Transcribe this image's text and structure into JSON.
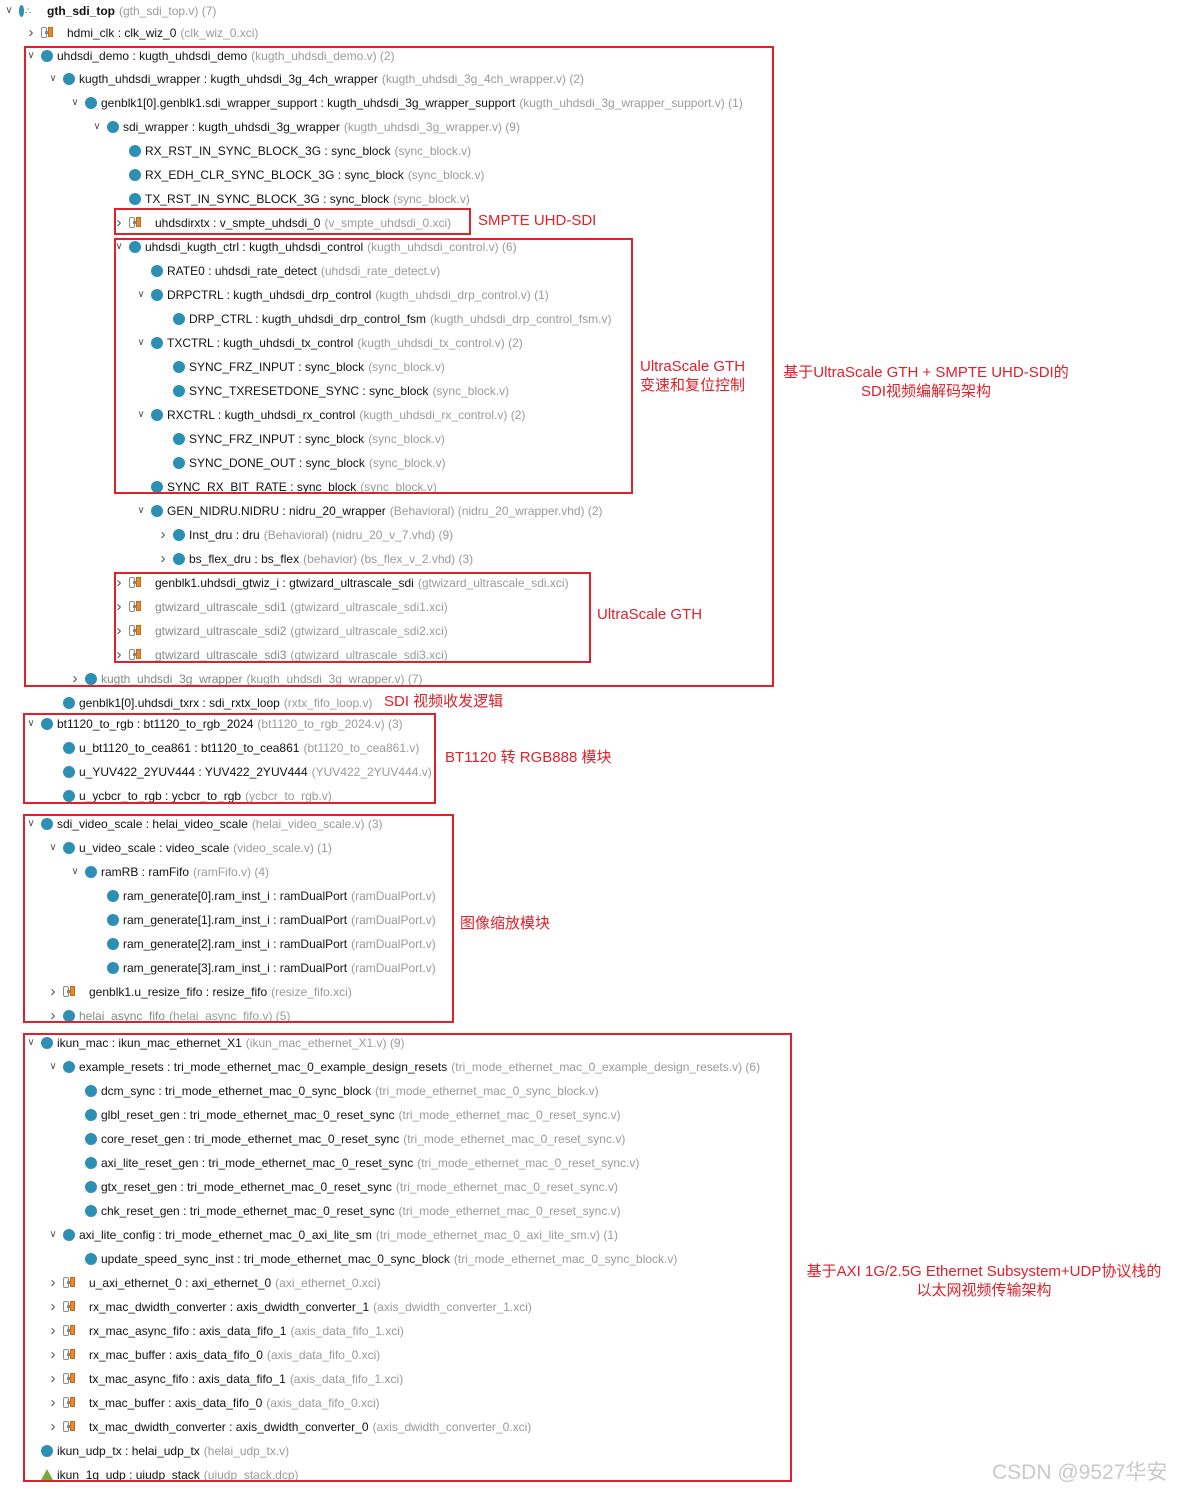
{
  "rows": [
    {
      "name": "gth_sdi_top",
      "sep": "",
      "mod": "",
      "file": "(gth_sdi_top.v) (7)",
      "chev": "expanded",
      "icon": "top",
      "bold": true
    },
    {
      "name": "hdmi_clk",
      "sep": " : ",
      "mod": "clk_wiz_0",
      "file": "(clk_wiz_0.xci)",
      "chev": "collapsed",
      "icon": "xci"
    },
    {
      "name": "uhdsdi_demo",
      "sep": " : ",
      "mod": "kugth_uhdsdi_demo",
      "file": "(kugth_uhdsdi_demo.v) (2)",
      "chev": "expanded",
      "icon": "circle"
    },
    {
      "name": "kugth_uhdsdi_wrapper",
      "sep": " : ",
      "mod": "kugth_uhdsdi_3g_4ch_wrapper",
      "file": "(kugth_uhdsdi_3g_4ch_wrapper.v) (2)",
      "chev": "expanded",
      "icon": "circle"
    },
    {
      "name": "genblk1[0].genblk1.sdi_wrapper_support",
      "sep": " : ",
      "mod": "kugth_uhdsdi_3g_wrapper_support",
      "file": "(kugth_uhdsdi_3g_wrapper_support.v) (1)",
      "chev": "expanded",
      "icon": "circle"
    },
    {
      "name": "sdi_wrapper",
      "sep": " : ",
      "mod": "kugth_uhdsdi_3g_wrapper",
      "file": "(kugth_uhdsdi_3g_wrapper.v) (9)",
      "chev": "expanded",
      "icon": "circle"
    },
    {
      "name": "RX_RST_IN_SYNC_BLOCK_3G",
      "sep": " : ",
      "mod": "sync_block",
      "file": "(sync_block.v)",
      "chev": "",
      "icon": "circle"
    },
    {
      "name": "RX_EDH_CLR_SYNC_BLOCK_3G",
      "sep": " : ",
      "mod": "sync_block",
      "file": "(sync_block.v)",
      "chev": "",
      "icon": "circle"
    },
    {
      "name": "TX_RST_IN_SYNC_BLOCK_3G",
      "sep": " : ",
      "mod": "sync_block",
      "file": "(sync_block.v)",
      "chev": "",
      "icon": "circle"
    },
    {
      "name": "uhdsdirxtx",
      "sep": " : ",
      "mod": "v_smpte_uhdsdi_0",
      "file": "(v_smpte_uhdsdi_0.xci)",
      "chev": "collapsed",
      "icon": "xci"
    },
    {
      "name": "uhdsdi_kugth_ctrl",
      "sep": " : ",
      "mod": "kugth_uhdsdi_control",
      "file": "(kugth_uhdsdi_control.v) (6)",
      "chev": "expanded",
      "icon": "circle"
    },
    {
      "name": "RATE0",
      "sep": " : ",
      "mod": "uhdsdi_rate_detect",
      "file": "(uhdsdi_rate_detect.v)",
      "chev": "",
      "icon": "circle"
    },
    {
      "name": "DRPCTRL",
      "sep": " : ",
      "mod": "kugth_uhdsdi_drp_control",
      "file": "(kugth_uhdsdi_drp_control.v) (1)",
      "chev": "expanded",
      "icon": "circle"
    },
    {
      "name": "DRP_CTRL",
      "sep": " : ",
      "mod": "kugth_uhdsdi_drp_control_fsm",
      "file": "(kugth_uhdsdi_drp_control_fsm.v)",
      "chev": "",
      "icon": "circle"
    },
    {
      "name": "TXCTRL",
      "sep": " : ",
      "mod": "kugth_uhdsdi_tx_control",
      "file": "(kugth_uhdsdi_tx_control.v) (2)",
      "chev": "expanded",
      "icon": "circle"
    },
    {
      "name": "SYNC_FRZ_INPUT",
      "sep": " : ",
      "mod": "sync_block",
      "file": "(sync_block.v)",
      "chev": "",
      "icon": "circle"
    },
    {
      "name": "SYNC_TXRESETDONE_SYNC",
      "sep": " : ",
      "mod": "sync_block",
      "file": "(sync_block.v)",
      "chev": "",
      "icon": "circle"
    },
    {
      "name": "RXCTRL",
      "sep": " : ",
      "mod": "kugth_uhdsdi_rx_control",
      "file": "(kugth_uhdsdi_rx_control.v) (2)",
      "chev": "expanded",
      "icon": "circle"
    },
    {
      "name": "SYNC_FRZ_INPUT",
      "sep": " : ",
      "mod": "sync_block",
      "file": "(sync_block.v)",
      "chev": "",
      "icon": "circle"
    },
    {
      "name": "SYNC_DONE_OUT",
      "sep": " : ",
      "mod": "sync_block",
      "file": "(sync_block.v)",
      "chev": "",
      "icon": "circle"
    },
    {
      "name": "SYNC_RX_BIT_RATE",
      "sep": " : ",
      "mod": "sync_block",
      "file": "(sync_block.v)",
      "chev": "",
      "icon": "circle"
    },
    {
      "name": "GEN_NIDRU.NIDRU",
      "sep": " : ",
      "mod": "nidru_20_wrapper",
      "file": "(Behavioral) (nidru_20_wrapper.vhd) (2)",
      "chev": "expanded",
      "icon": "circle"
    },
    {
      "name": "Inst_dru",
      "sep": " : ",
      "mod": "dru",
      "file": "(Behavioral) (nidru_20_v_7.vhd) (9)",
      "chev": "collapsed",
      "icon": "circle"
    },
    {
      "name": "bs_flex_dru",
      "sep": " : ",
      "mod": "bs_flex",
      "file": "(behavior) (bs_flex_v_2.vhd) (3)",
      "chev": "collapsed",
      "icon": "circle"
    },
    {
      "name": "genblk1.uhdsdi_gtwiz_i",
      "sep": " : ",
      "mod": "gtwizard_ultrascale_sdi",
      "file": "(gtwizard_ultrascale_sdi.xci)",
      "chev": "collapsed",
      "icon": "xci"
    },
    {
      "name": "gtwizard_ultrascale_sdi1",
      "sep": "",
      "mod": "",
      "file": "(gtwizard_ultrascale_sdi1.xci)",
      "chev": "collapsed",
      "icon": "xci",
      "gray": true
    },
    {
      "name": "gtwizard_ultrascale_sdi2",
      "sep": "",
      "mod": "",
      "file": "(gtwizard_ultrascale_sdi2.xci)",
      "chev": "collapsed",
      "icon": "xci",
      "gray": true
    },
    {
      "name": "gtwizard_ultrascale_sdi3",
      "sep": "",
      "mod": "",
      "file": "(gtwizard_ultrascale_sdi3.xci)",
      "chev": "collapsed",
      "icon": "xci",
      "gray": true
    },
    {
      "name": "kugth_uhdsdi_3g_wrapper",
      "sep": "",
      "mod": "",
      "file": "(kugth_uhdsdi_3g_wrapper.v) (7)",
      "chev": "collapsed",
      "icon": "circle",
      "gray": true
    },
    {
      "name": "genblk1[0].uhdsdi_txrx",
      "sep": " : ",
      "mod": "sdi_rxtx_loop",
      "file": "(rxtx_fifo_loop.v)",
      "chev": "",
      "icon": "circle"
    },
    {
      "name": "bt1120_to_rgb",
      "sep": " : ",
      "mod": "bt1120_to_rgb_2024",
      "file": "(bt1120_to_rgb_2024.v) (3)",
      "chev": "expanded",
      "icon": "circle"
    },
    {
      "name": "u_bt1120_to_cea861",
      "sep": " : ",
      "mod": "bt1120_to_cea861",
      "file": "(bt1120_to_cea861.v)",
      "chev": "",
      "icon": "circle"
    },
    {
      "name": "u_YUV422_2YUV444",
      "sep": " : ",
      "mod": "YUV422_2YUV444",
      "file": "(YUV422_2YUV444.v)",
      "chev": "",
      "icon": "circle"
    },
    {
      "name": "u_ycbcr_to_rgb",
      "sep": " : ",
      "mod": "ycbcr_to_rgb",
      "file": "(ycbcr_to_rgb.v)",
      "chev": "",
      "icon": "circle"
    },
    {
      "name": "sdi_video_scale",
      "sep": " : ",
      "mod": "helai_video_scale",
      "file": "(helai_video_scale.v) (3)",
      "chev": "expanded",
      "icon": "circle"
    },
    {
      "name": "u_video_scale",
      "sep": " : ",
      "mod": "video_scale",
      "file": "(video_scale.v) (1)",
      "chev": "expanded",
      "icon": "circle"
    },
    {
      "name": "ramRB",
      "sep": " : ",
      "mod": "ramFifo",
      "file": "(ramFifo.v) (4)",
      "chev": "expanded",
      "icon": "circle"
    },
    {
      "name": "ram_generate[0].ram_inst_i",
      "sep": " : ",
      "mod": "ramDualPort",
      "file": "(ramDualPort.v)",
      "chev": "",
      "icon": "circle"
    },
    {
      "name": "ram_generate[1].ram_inst_i",
      "sep": " : ",
      "mod": "ramDualPort",
      "file": "(ramDualPort.v)",
      "chev": "",
      "icon": "circle"
    },
    {
      "name": "ram_generate[2].ram_inst_i",
      "sep": " : ",
      "mod": "ramDualPort",
      "file": "(ramDualPort.v)",
      "chev": "",
      "icon": "circle"
    },
    {
      "name": "ram_generate[3].ram_inst_i",
      "sep": " : ",
      "mod": "ramDualPort",
      "file": "(ramDualPort.v)",
      "chev": "",
      "icon": "circle"
    },
    {
      "name": "genblk1.u_resize_fifo",
      "sep": " : ",
      "mod": "resize_fifo",
      "file": "(resize_fifo.xci)",
      "chev": "collapsed",
      "icon": "xci"
    },
    {
      "name": "helai_async_fifo",
      "sep": "",
      "mod": "",
      "file": "(helai_async_fifo.v) (5)",
      "chev": "collapsed",
      "icon": "circle",
      "gray": true
    },
    {
      "name": "ikun_mac",
      "sep": " : ",
      "mod": "ikun_mac_ethernet_X1",
      "file": "(ikun_mac_ethernet_X1.v) (9)",
      "chev": "expanded",
      "icon": "circle"
    },
    {
      "name": "example_resets",
      "sep": " : ",
      "mod": "tri_mode_ethernet_mac_0_example_design_resets",
      "file": "(tri_mode_ethernet_mac_0_example_design_resets.v) (6)",
      "chev": "expanded",
      "icon": "circle"
    },
    {
      "name": "dcm_sync",
      "sep": " : ",
      "mod": "tri_mode_ethernet_mac_0_sync_block",
      "file": "(tri_mode_ethernet_mac_0_sync_block.v)",
      "chev": "",
      "icon": "circle"
    },
    {
      "name": "glbl_reset_gen",
      "sep": " : ",
      "mod": "tri_mode_ethernet_mac_0_reset_sync",
      "file": "(tri_mode_ethernet_mac_0_reset_sync.v)",
      "chev": "",
      "icon": "circle"
    },
    {
      "name": "core_reset_gen",
      "sep": " : ",
      "mod": "tri_mode_ethernet_mac_0_reset_sync",
      "file": "(tri_mode_ethernet_mac_0_reset_sync.v)",
      "chev": "",
      "icon": "circle"
    },
    {
      "name": "axi_lite_reset_gen",
      "sep": " : ",
      "mod": "tri_mode_ethernet_mac_0_reset_sync",
      "file": "(tri_mode_ethernet_mac_0_reset_sync.v)",
      "chev": "",
      "icon": "circle"
    },
    {
      "name": "gtx_reset_gen",
      "sep": " : ",
      "mod": "tri_mode_ethernet_mac_0_reset_sync",
      "file": "(tri_mode_ethernet_mac_0_reset_sync.v)",
      "chev": "",
      "icon": "circle"
    },
    {
      "name": "chk_reset_gen",
      "sep": " : ",
      "mod": "tri_mode_ethernet_mac_0_reset_sync",
      "file": "(tri_mode_ethernet_mac_0_reset_sync.v)",
      "chev": "",
      "icon": "circle"
    },
    {
      "name": "axi_lite_config",
      "sep": " : ",
      "mod": "tri_mode_ethernet_mac_0_axi_lite_sm",
      "file": "(tri_mode_ethernet_mac_0_axi_lite_sm.v) (1)",
      "chev": "expanded",
      "icon": "circle"
    },
    {
      "name": "update_speed_sync_inst",
      "sep": " : ",
      "mod": "tri_mode_ethernet_mac_0_sync_block",
      "file": "(tri_mode_ethernet_mac_0_sync_block.v)",
      "chev": "",
      "icon": "circle"
    },
    {
      "name": "u_axi_ethernet_0",
      "sep": " : ",
      "mod": "axi_ethernet_0",
      "file": "(axi_ethernet_0.xci)",
      "chev": "collapsed",
      "icon": "xci"
    },
    {
      "name": "rx_mac_dwidth_converter",
      "sep": " : ",
      "mod": "axis_dwidth_converter_1",
      "file": "(axis_dwidth_converter_1.xci)",
      "chev": "collapsed",
      "icon": "xci"
    },
    {
      "name": "rx_mac_async_fifo",
      "sep": " : ",
      "mod": "axis_data_fifo_1",
      "file": "(axis_data_fifo_1.xci)",
      "chev": "collapsed",
      "icon": "xci"
    },
    {
      "name": "rx_mac_buffer",
      "sep": " : ",
      "mod": "axis_data_fifo_0",
      "file": "(axis_data_fifo_0.xci)",
      "chev": "collapsed",
      "icon": "xci"
    },
    {
      "name": "tx_mac_async_fifo",
      "sep": " : ",
      "mod": "axis_data_fifo_1",
      "file": "(axis_data_fifo_1.xci)",
      "chev": "collapsed",
      "icon": "xci"
    },
    {
      "name": "tx_mac_buffer",
      "sep": " : ",
      "mod": "axis_data_fifo_0",
      "file": "(axis_data_fifo_0.xci)",
      "chev": "collapsed",
      "icon": "xci"
    },
    {
      "name": "tx_mac_dwidth_converter",
      "sep": " : ",
      "mod": "axis_dwidth_converter_0",
      "file": "(axis_dwidth_converter_0.xci)",
      "chev": "collapsed",
      "icon": "xci"
    },
    {
      "name": "ikun_udp_tx",
      "sep": " : ",
      "mod": "helai_udp_tx",
      "file": "(helai_udp_tx.v)",
      "chev": "",
      "icon": "circle"
    },
    {
      "name": "ikun_1g_udp",
      "sep": " : ",
      "mod": "uiudp_stack",
      "file": "(uiudp_stack.dcp)",
      "chev": "",
      "icon": "dcp"
    }
  ],
  "annotations": {
    "smpte": "SMPTE UHD-SDI",
    "gth_ctrl": "UltraScale GTH\n变速和复位控制",
    "arch": "基于UltraScale GTH + SMPTE UHD-SDI的\nSDI视频编解码架构",
    "gth": "UltraScale GTH",
    "sdi_loop": "SDI 视频收发逻辑",
    "bt1120": "BT1120 转 RGB888 模块",
    "scale": "图像缩放模块",
    "eth": "基于AXI 1G/2.5G Ethernet Subsystem+UDP协议栈的\n以太网视频传输架构"
  },
  "watermark": "CSDN @9527华安",
  "colors": {
    "accent_red": "#e0202a",
    "module_icon": "#2d8fb4",
    "ip_icon": "#e88a2c",
    "file_text": "#9a9a9a"
  }
}
